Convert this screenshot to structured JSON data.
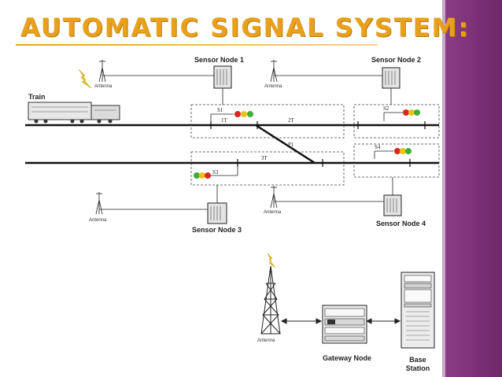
{
  "slide": {
    "title": "AUTOMATIC SIGNAL SYSTEM:",
    "accent_color": "#e9a11b",
    "sidebar_color": "#7a2f74"
  },
  "diagram": {
    "train_label": "Train",
    "antenna_label": "Antenna",
    "sensor_nodes": [
      "Sensor Node 1",
      "Sensor Node 2",
      "Sensor Node 3",
      "Sensor Node 4"
    ],
    "signals": [
      "S1",
      "S2",
      "S3",
      "S4"
    ],
    "track_sections": [
      "1T",
      "2T",
      "3T"
    ],
    "switch_point": "P1",
    "gateway_label": "Gateway Node",
    "base_station_label": [
      "Base",
      "Station"
    ],
    "signal_colors": {
      "red": "#d9281e",
      "yellow": "#e8c414",
      "green": "#3fae3a"
    }
  }
}
